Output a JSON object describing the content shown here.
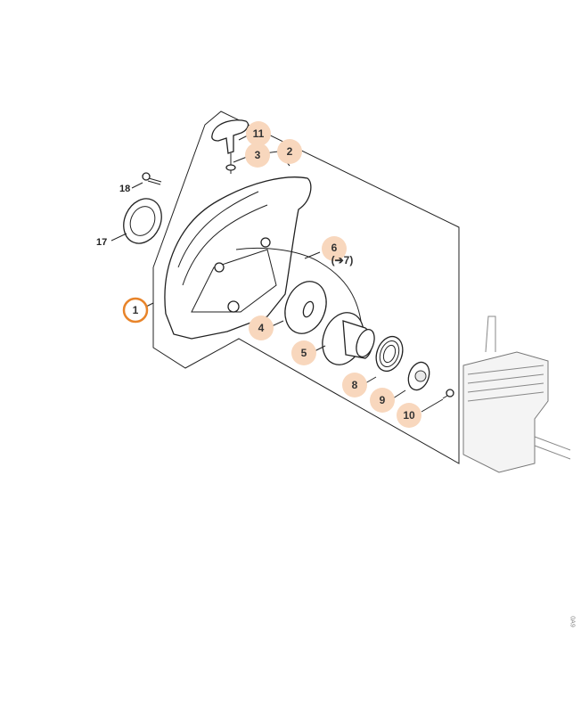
{
  "diagram": {
    "callouts": [
      {
        "id": "11",
        "label": "11"
      },
      {
        "id": "3",
        "label": "3"
      },
      {
        "id": "2",
        "label": "2"
      },
      {
        "id": "1",
        "label": "1",
        "highlighted": true
      },
      {
        "id": "6",
        "label": "6",
        "note": "(➔7)"
      },
      {
        "id": "4",
        "label": "4"
      },
      {
        "id": "5",
        "label": "5"
      },
      {
        "id": "8",
        "label": "8"
      },
      {
        "id": "9",
        "label": "9"
      },
      {
        "id": "10",
        "label": "10"
      }
    ],
    "plain_labels": {
      "p18": "18",
      "p17": "17"
    },
    "image_code": "0A9",
    "colors": {
      "callout_fill": "#f8d7bd",
      "highlight_ring": "#e8842a"
    }
  }
}
